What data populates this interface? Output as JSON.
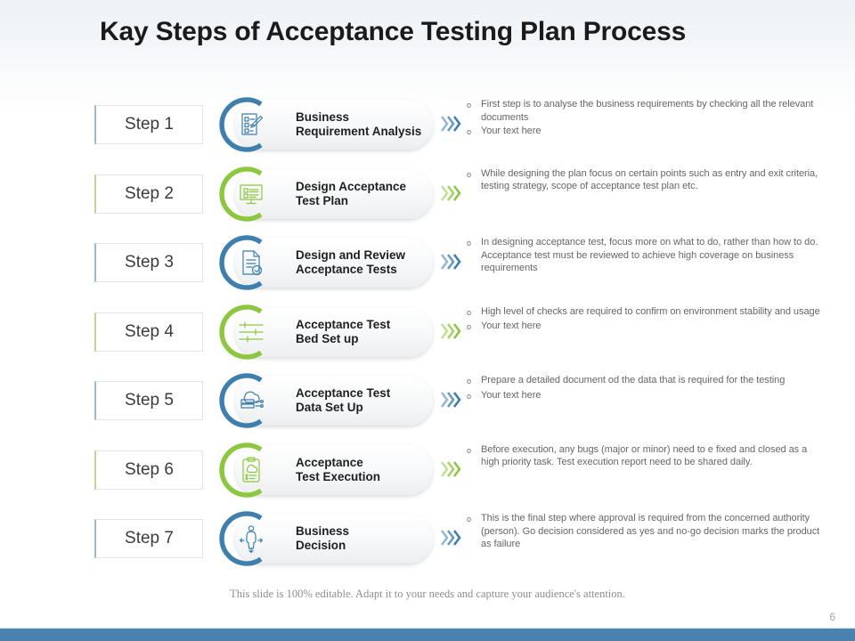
{
  "slide": {
    "title": "Kay Steps of Acceptance Testing Plan Process",
    "footer_note": "This slide is 100% editable. Adapt it to your needs and capture your audience's attention.",
    "page_number": "6",
    "bullet_glyph": "o",
    "colors": {
      "blue": "#3f7fad",
      "green": "#8dc63f",
      "title": "#1b1b1b",
      "body_text": "#666666",
      "bottom_bar": "#4a82ae",
      "step_border_blue": "#9cb8cf",
      "step_border_green": "#c0d39a"
    }
  },
  "rows": [
    {
      "step_label": "Step 1",
      "accent": "blue",
      "icon": "checklist-pencil-icon",
      "pill_title": "Business\nRequirement Analysis",
      "chevron_icon": "triple-chevron-right-icon",
      "bullets": [
        "First step is to analyse the business requirements by checking all the relevant documents",
        "Your text here"
      ]
    },
    {
      "step_label": "Step 2",
      "accent": "green",
      "icon": "monitor-checklist-icon",
      "pill_title": "Design Acceptance\nTest Plan",
      "chevron_icon": "triple-chevron-right-icon",
      "bullets": [
        "While designing the plan focus on certain points such as entry and exit criteria, testing strategy, scope of acceptance test plan etc."
      ]
    },
    {
      "step_label": "Step 3",
      "accent": "blue",
      "icon": "document-check-icon",
      "pill_title": "Design and Review\nAcceptance Tests",
      "chevron_icon": "triple-chevron-right-icon",
      "bullets": [
        "In designing acceptance test, focus more on what to do, rather than how to do. Acceptance test must be reviewed to achieve high coverage on business requirements"
      ]
    },
    {
      "step_label": "Step 4",
      "accent": "green",
      "icon": "sliders-settings-icon",
      "pill_title": "Acceptance Test\nBed Set up",
      "chevron_icon": "triple-chevron-right-icon",
      "bullets": [
        "High level of checks are required to confirm on environment stability and usage",
        "Your text here"
      ]
    },
    {
      "step_label": "Step 5",
      "accent": "blue",
      "icon": "database-cloud-icon",
      "pill_title": "Acceptance Test\nData Set Up",
      "chevron_icon": "triple-chevron-right-icon",
      "bullets": [
        "Prepare a detailed document od the data that is required for the testing",
        "Your text here"
      ]
    },
    {
      "step_label": "Step 6",
      "accent": "green",
      "icon": "clipboard-cloud-icon",
      "pill_title": "Acceptance\nTest Execution",
      "chevron_icon": "triple-chevron-right-icon",
      "bullets": [
        "Before execution, any bugs (major or minor) need to e fixed and closed as a high priority task. Test execution report need to be shared daily."
      ]
    },
    {
      "step_label": "Step 7",
      "accent": "blue",
      "icon": "person-decision-arrows-icon",
      "pill_title": "Business\nDecision",
      "chevron_icon": "triple-chevron-right-icon",
      "bullets": [
        "This is the final step where approval is required from the concerned authority (person). Go decision considered as yes and no-go decision marks the product as failure"
      ]
    }
  ]
}
